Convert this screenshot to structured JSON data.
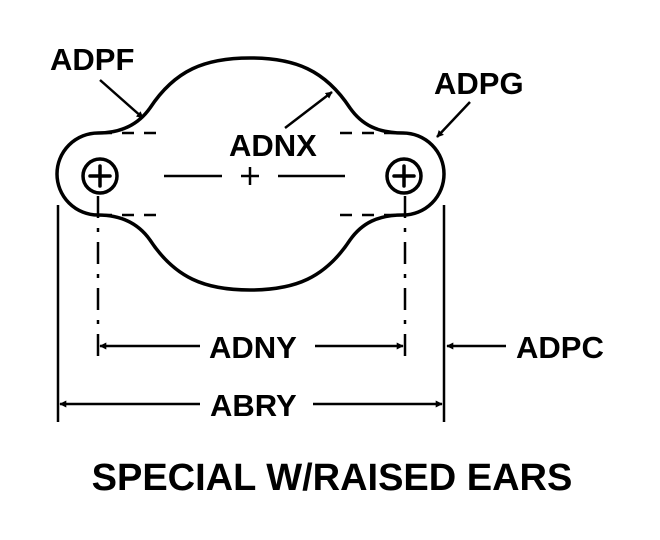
{
  "labels": {
    "adpf": "ADPF",
    "adpg": "ADPG",
    "adnx": "ADNX",
    "adny": "ADNY",
    "adpc": "ADPC",
    "abry": "ABRY"
  },
  "caption": "SPECIAL W/RAISED EARS",
  "colors": {
    "ink": "#000000",
    "background": "#ffffff"
  }
}
